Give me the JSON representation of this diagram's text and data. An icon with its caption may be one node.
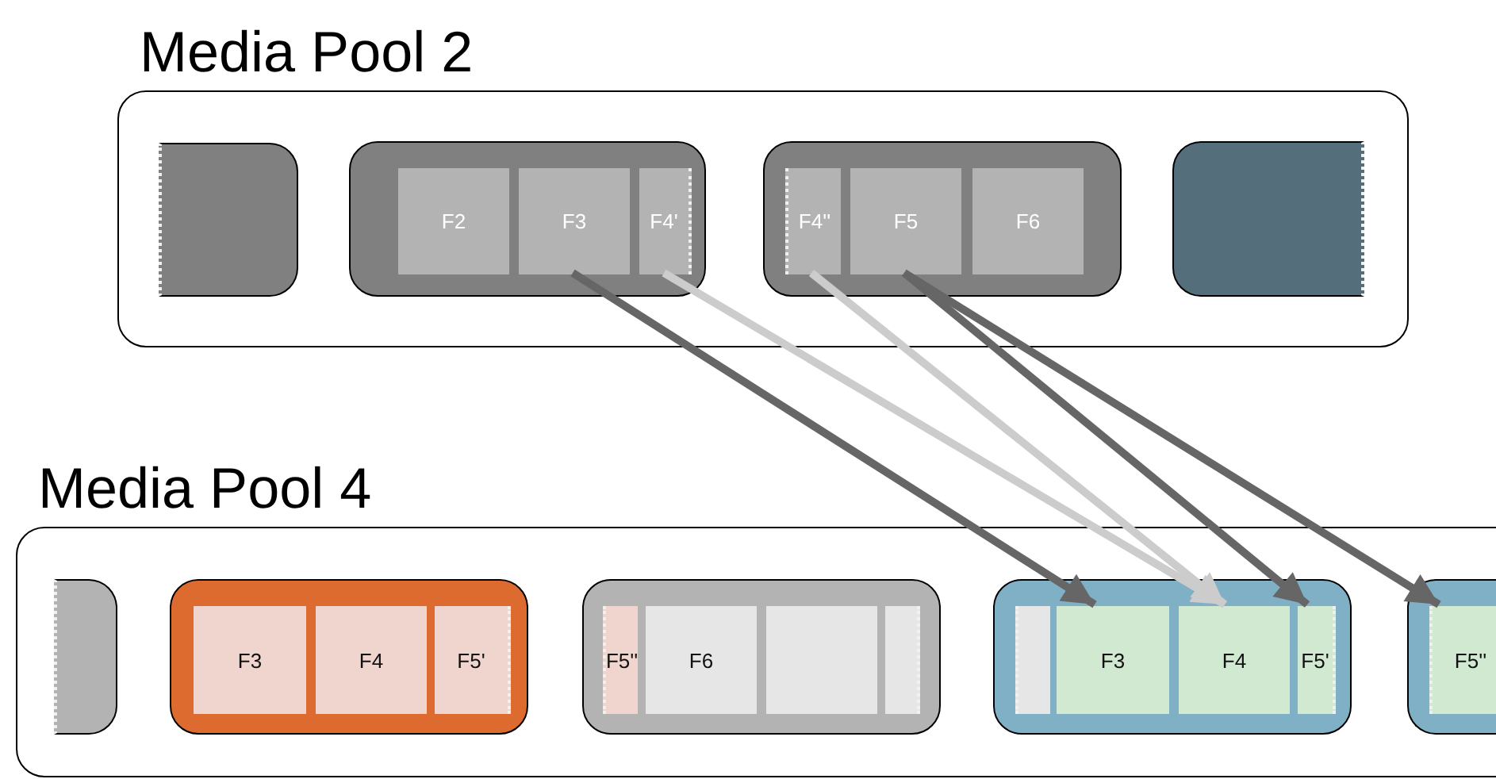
{
  "diagram": {
    "nodes": [
      {
        "text": [
          "Media Pool 2"
        ]
      },
      {
        "text": [],
        "shape": "box",
        "in": 0
      },
      {
        "text": [],
        "shape": "box",
        "in": 0
      },
      {
        "text": [
          "F2"
        ],
        "in": 2
      },
      {
        "text": [
          "F3"
        ],
        "in": 2
      },
      {
        "text": [
          "F4'"
        ],
        "in": 2
      },
      {
        "text": [],
        "shape": "box",
        "in": 0
      },
      {
        "text": [
          "F4''"
        ],
        "in": 6
      },
      {
        "text": [
          "F5"
        ],
        "in": 6
      },
      {
        "text": [
          "F6"
        ],
        "in": 6
      },
      {
        "text": [],
        "shape": "box",
        "in": 0
      },
      {
        "text": [
          "Media Pool 4"
        ]
      },
      {
        "text": [],
        "shape": "box",
        "in": 11
      },
      {
        "text": [],
        "shape": "box",
        "in": 11
      },
      {
        "text": [
          "F3"
        ],
        "in": 13
      },
      {
        "text": [
          "F4"
        ],
        "in": 13
      },
      {
        "text": [
          "F5'"
        ],
        "in": 13
      },
      {
        "text": [],
        "shape": "box",
        "in": 11
      },
      {
        "text": [
          "F5''"
        ],
        "in": 17
      },
      {
        "text": [
          "F6"
        ],
        "in": 17
      },
      {
        "text": [],
        "shape": "box",
        "in": 17
      },
      {
        "text": [],
        "shape": "box",
        "in": 17
      },
      {
        "text": [],
        "shape": "box",
        "in": 11
      },
      {
        "text": [],
        "shape": "box",
        "in": 22
      },
      {
        "text": [
          "F3"
        ],
        "in": 22
      },
      {
        "text": [
          "F4"
        ],
        "in": 22
      },
      {
        "text": [
          "F5'"
        ],
        "in": 22
      },
      {
        "text": [],
        "shape": "box",
        "in": 11
      },
      {
        "text": [
          "F5''"
        ],
        "in": 27
      }
    ],
    "edges": [
      {
        "from": 4,
        "to": 24,
        "arrow": "to"
      },
      {
        "from": 5,
        "to": 25,
        "arrow": "to",
        "color": "#cccccc"
      },
      {
        "from": 7,
        "to": 25,
        "arrow": "to",
        "color": "#cccccc"
      },
      {
        "from": 8,
        "to": 26,
        "arrow": "to"
      },
      {
        "from": 8,
        "to": 28,
        "arrow": "to"
      }
    ]
  }
}
